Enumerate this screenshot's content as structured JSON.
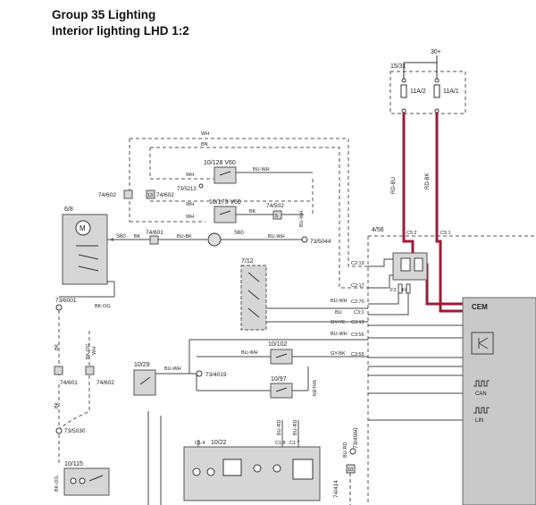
{
  "header": {
    "group": "Group 35 Lighting",
    "subtitle": "Interior lighting LHD 1:2"
  },
  "supply": {
    "label": "30+",
    "fusebox": "15/31",
    "fuse1": "11A/2",
    "fuse2": "11A/1"
  },
  "components": {
    "lamp_6_8": "6/8",
    "c73_6001": "73/6001",
    "c74_601_left": "74/601",
    "c74_602_left": "74/602",
    "c73_5030": "73/5030",
    "c10_115": "10/115",
    "c10_29": "10/29",
    "c73_4019": "73/4019",
    "c10_22": "10/22",
    "c10_102": "10/102",
    "c10_97": "10/97",
    "c7_12": "7/12",
    "c10_128": "10/128 V60",
    "c10_173": "10/173  V60",
    "c74_602_top": "74/602",
    "c13": "13",
    "c73_5213": "73/5213",
    "c74_601_mid": "74/601",
    "c74_502": "74/502",
    "c5": "5",
    "c73_5044": "73/5044",
    "s60_1": "S60",
    "s60_2": "S60",
    "c4_56": "4/56",
    "c74_414": "74/414",
    "c73_4060": "73/4060",
    "c10": "10",
    "cem": "CEM",
    "can": "CAN",
    "lin": "LIN"
  },
  "pins": {
    "c5_2": "C5:2",
    "c5_1": "C5:1",
    "c2_19": "C2:19",
    "c2_17": "C2:17",
    "c2_70": "C2:70",
    "c3_1": "C3:1",
    "c3_19": "C3:19",
    "c3_56": "C3:56",
    "c3_55": "C3:55",
    "f3": "F3",
    "f6": "F6",
    "c1_4": "C1:4",
    "c1_8": "C1:8",
    "c1_7": "C1:7"
  },
  "wires": {
    "wh": "WH",
    "bn": "BN",
    "bu_wh": "BU-WH",
    "bu_bk": "BU-BK",
    "bk": "BK",
    "bk_og": "BK-OG",
    "bu": "BU",
    "gy_ye": "GY-YE",
    "gy_bk": "GY-BK",
    "wh_bn": "WH-BN",
    "rd_bu": "RD-BU",
    "rd_bk": "RD-BK",
    "bu_rd": "BU-RD"
  },
  "colors": {
    "power_wire": "#9b1c3a",
    "cem_fill": "#c9c9c9",
    "component_fill": "#d6d6d6"
  }
}
